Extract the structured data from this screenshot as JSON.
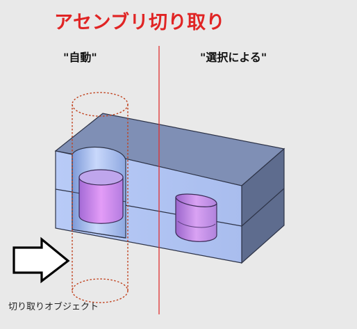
{
  "title": "アセンブリ切り取り",
  "labels": {
    "auto": "\"自動\"",
    "by_selection": "\"選択による\""
  },
  "caption": "切り取りオブジェクト",
  "colors": {
    "title": "#e02424",
    "divider": "#e03030",
    "cutter_outline": "#c0401c",
    "box_front": "#b3c7f5",
    "box_top": "#7f8fb5",
    "box_side": "#5d6b8c",
    "cavity": "#d48cf0",
    "arrow": "#000000"
  }
}
